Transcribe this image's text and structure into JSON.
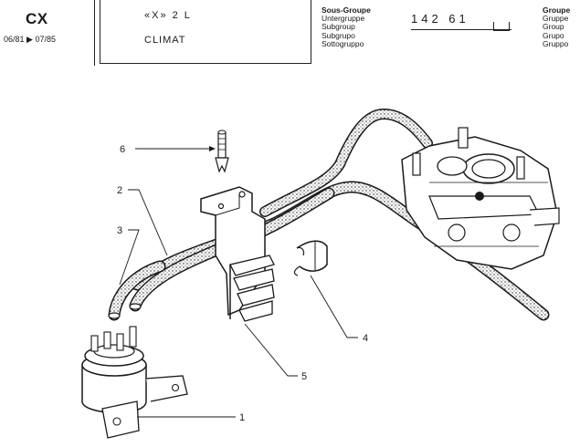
{
  "header": {
    "model": "CX",
    "dates": "06/81 ▶ 07/85",
    "title_line1": "«X» 2 L",
    "title_line2": "CLIMAT",
    "subgroup_labels": [
      "Sous-Groupe",
      "Untergruppe",
      "Subgroup",
      "Subgrupo",
      "Sottogruppo"
    ],
    "subgroup_number": "142 61",
    "group_labels": [
      "Groupe",
      "Gruppe",
      "Group",
      "Grupo",
      "Gruppo"
    ]
  },
  "callouts": [
    "1",
    "2",
    "3",
    "4",
    "5",
    "6"
  ],
  "colors": {
    "ink": "#1a1a1a",
    "paper": "#ffffff"
  }
}
